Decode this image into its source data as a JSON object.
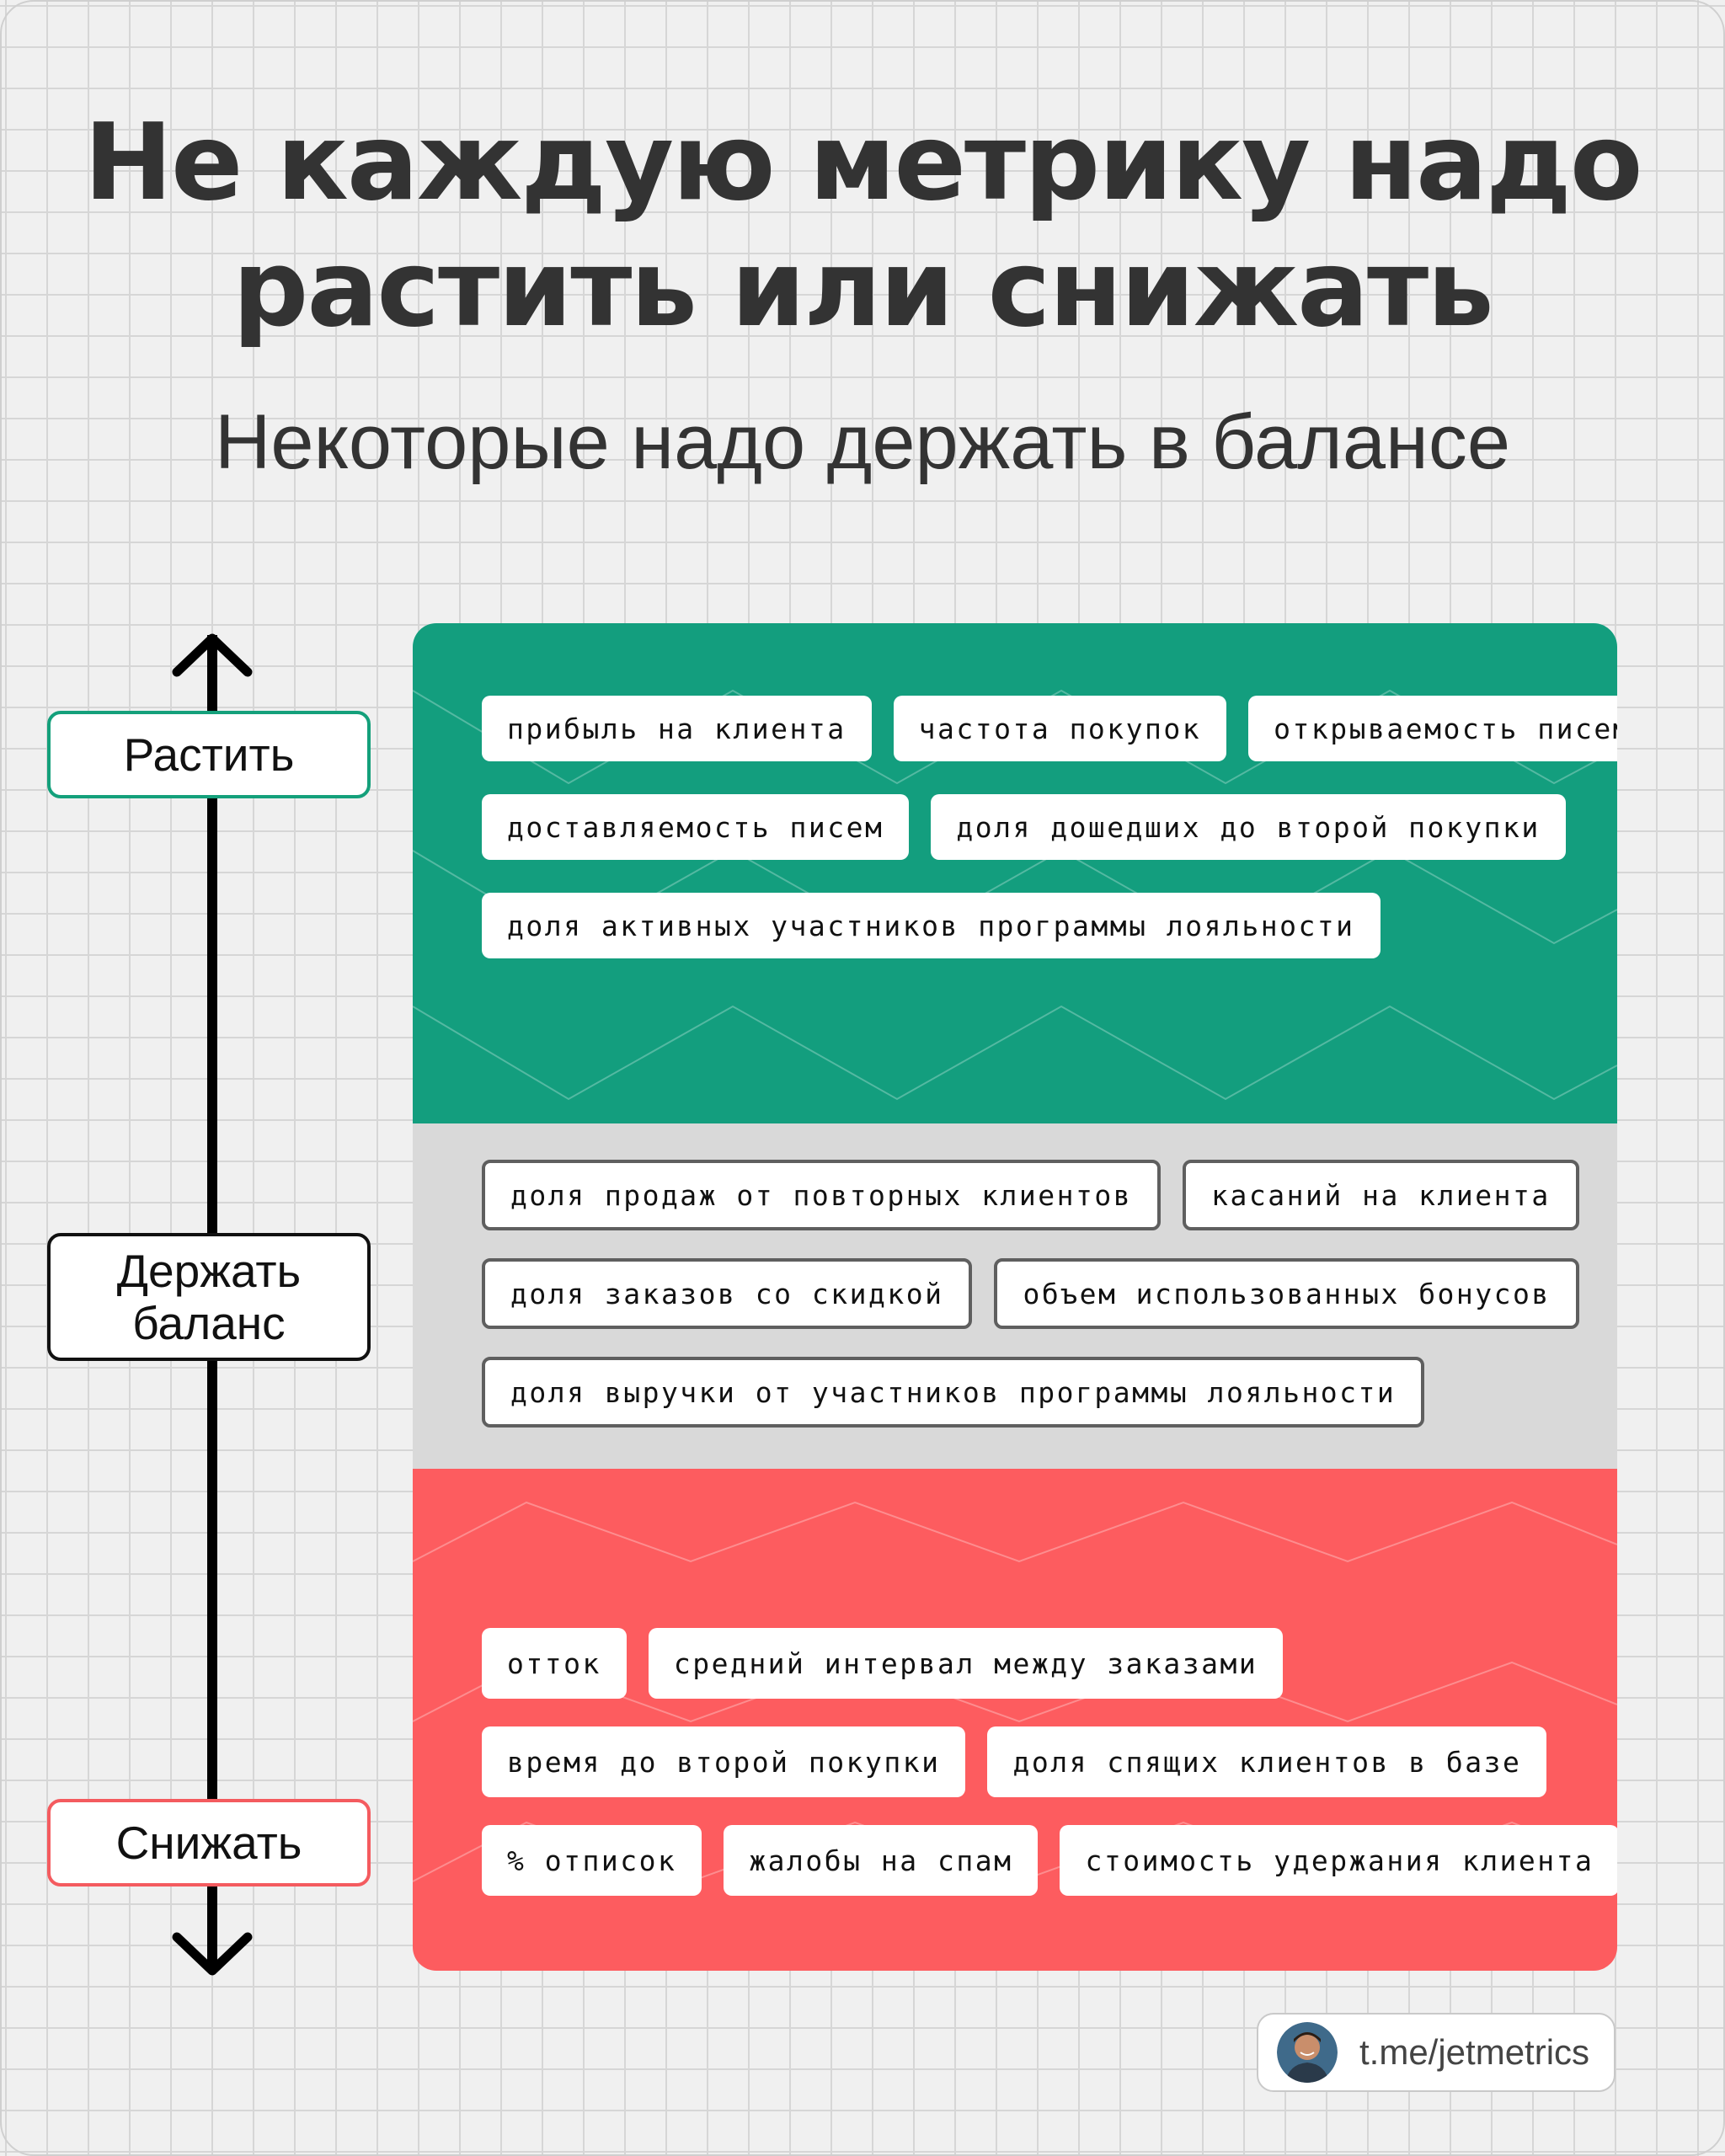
{
  "title": {
    "line1": "Не каждую метрику надо",
    "line2": "растить или снижать"
  },
  "subtitle": "Некоторые надо держать в балансе",
  "axis": {
    "top": "Растить",
    "middle": "Держать баланс",
    "bottom": "Снижать"
  },
  "groups": {
    "grow": {
      "color": "#139e7e",
      "rows": [
        [
          "прибыль на клиента",
          "частота покупок",
          "открываемость писем"
        ],
        [
          "доставляемость писем",
          "доля дошедших до второй покупки"
        ],
        [
          "доля активных участников программы лояльности"
        ]
      ]
    },
    "balance": {
      "color": "#d9d9d9",
      "rows": [
        [
          "доля продаж от повторных клиентов",
          "касаний на клиента"
        ],
        [
          "доля заказов со скидкой",
          "объем использованных бонусов"
        ],
        [
          "доля выручки от участников программы лояльности"
        ]
      ]
    },
    "reduce": {
      "color": "#fd5c5f",
      "rows": [
        [
          "отток",
          "средний интервал между заказами"
        ],
        [
          "время до второй покупки",
          "доля спящих клиентов в базе"
        ],
        [
          "% отписок",
          "жалобы на спам",
          "стоимость удержания клиента"
        ]
      ]
    }
  },
  "footer": {
    "link": "t.me/jetmetrics",
    "avatar_icon": "author-avatar-icon"
  }
}
